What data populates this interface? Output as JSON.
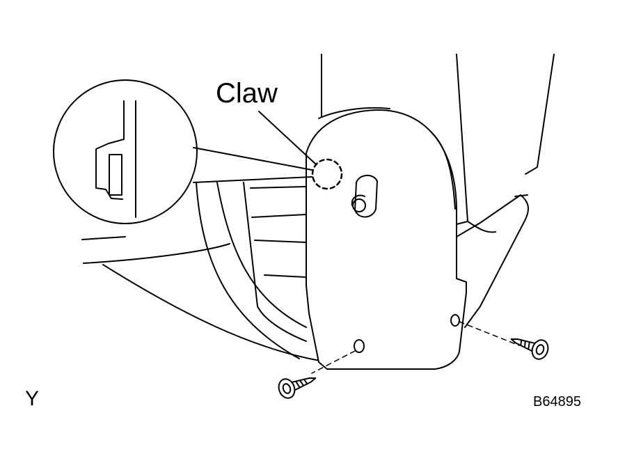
{
  "diagram": {
    "callout_label": "Claw",
    "view_letter": "Y",
    "figure_code": "B64895",
    "line_color": "#000000",
    "background_color": "#ffffff"
  },
  "icons": {
    "screw_left": "screw-icon",
    "screw_right": "screw-icon"
  }
}
